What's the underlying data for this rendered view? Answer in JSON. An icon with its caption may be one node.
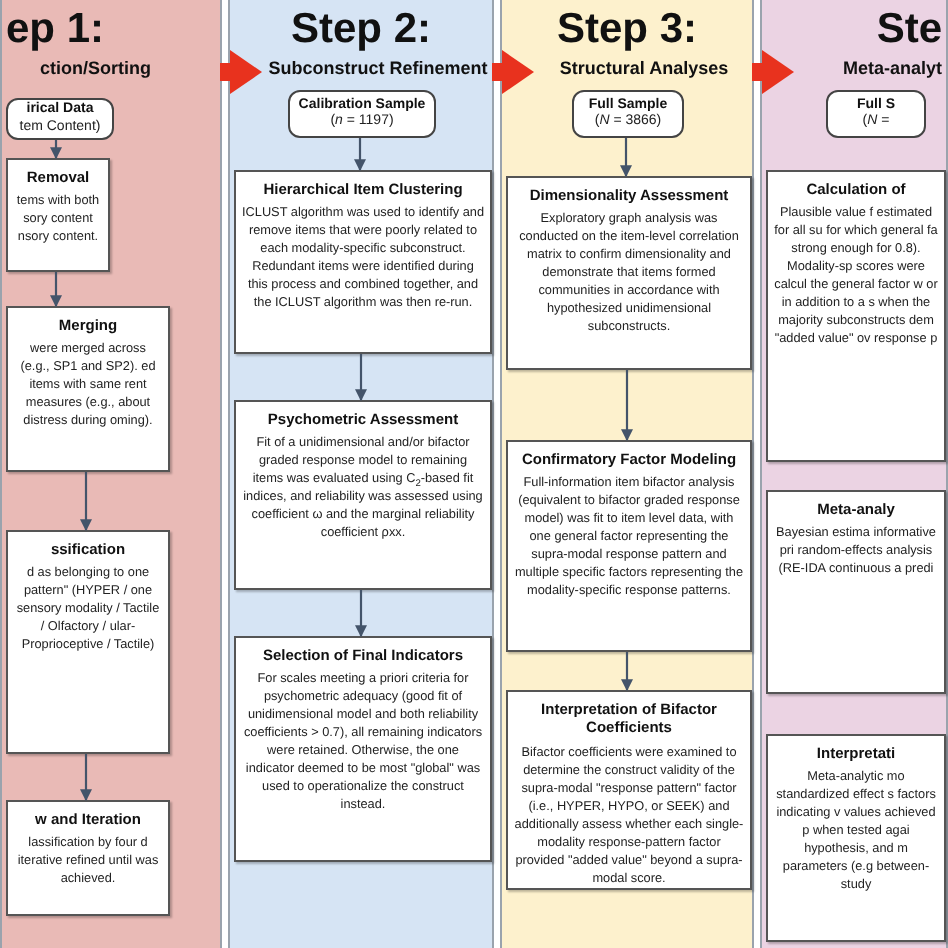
{
  "diagram": {
    "nodes": [
      {
        "text": [
          "ep 1:",
          "ction/Sorting"
        ]
      },
      {
        "text": [
          "irical Data",
          "tem Content)"
        ],
        "in": 0
      },
      {
        "text": [
          "Removal",
          "tems with both sory content nsory content."
        ],
        "in": 0
      },
      {
        "text": [
          "Merging",
          "were merged across (e.g., SP1 and SP2). ed items with same rent measures (e.g., about distress during oming)."
        ],
        "in": 0
      },
      {
        "text": [
          "ssification",
          "d as belonging to one pattern\" (HYPER / one sensory modality / Tactile / Olfactory / ular-Proprioceptive / Tactile)"
        ],
        "in": 0
      },
      {
        "text": [
          "w and Iteration",
          "lassification by four d iterative refined until was achieved."
        ],
        "in": 0
      },
      {
        "text": [
          "Step 2:",
          "Subconstruct Refinement"
        ]
      },
      {
        "text": [
          "Calibration Sample",
          "(*n* = 1197)"
        ],
        "in": 6
      },
      {
        "text": [
          "Hierarchical Item Clustering",
          "ICLUST algorithm was used to identify and remove items that were poorly related to each modality-specific subconstruct. Redundant items were identified during this process and combined together, and the ICLUST algorithm was then re-run."
        ],
        "in": 6
      },
      {
        "text": [
          "Psychometric Assessment",
          "Fit of a unidimensional and/or bifactor graded response model to remaining items was evaluated using C$_{2}$-based fit indices, and reliability was assessed using coefficient ω and the marginal reliability coefficient ρxx."
        ],
        "in": 6
      },
      {
        "text": [
          "Selection of Final Indicators",
          "For scales meeting a priori criteria for psychometric adequacy (good fit of unidimensional model and both reliability coefficients > 0.7), all remaining indicators were retained. Otherwise, the one indicator deemed to be most \"global\" was used to operationalize the construct instead."
        ],
        "in": 6
      },
      {
        "text": [
          "Step 3:",
          "Structural Analyses"
        ]
      },
      {
        "text": [
          "Full Sample",
          "(*N* = 3866)"
        ],
        "in": 11
      },
      {
        "text": [
          "Dimensionality Assessment",
          "Exploratory graph analysis was conducted on the item-level correlation matrix to confirm dimensionality and demonstrate that items formed communities in accordance with hypothesized unidimensional subconstructs."
        ],
        "in": 11
      },
      {
        "text": [
          "Confirmatory Factor Modeling",
          "Full-information item bifactor analysis (equivalent to bifactor graded response model) was fit to item level data, with one general factor representing the supra-modal response pattern and multiple specific factors representing the modality-specific response patterns."
        ],
        "in": 11
      },
      {
        "text": [
          "Interpretation of Bifactor Coefficients",
          "Bifactor coefficients were examined to determine the construct validity of the supra-modal \"response pattern\" factor (i.e., HYPER, HYPO, or SEEK) and additionally assess whether each single-modality response-pattern factor provided \"added value\" beyond a supra-modal score."
        ],
        "in": 11
      },
      {
        "text": [
          "Ste",
          "Meta-analyt"
        ]
      },
      {
        "text": [
          "Full S",
          "(*N* ="
        ],
        "in": 16
      },
      {
        "text": [
          "Calculation of",
          "Plausible value f estimated for all su for which general fa strong enough for 0.8). Modality-sp scores were calcul the general factor w or in addition to a s when the majority subconstructs dem \"added value\" ov response p"
        ],
        "in": 16
      },
      {
        "text": [
          "Meta-analy",
          "Bayesian estima informative pri random-effects analysis (RE-IDA continuous a predi"
        ],
        "in": 16
      },
      {
        "text": [
          "Interpretati",
          "Meta-analytic mo standardized effect s factors indicating v values achieved p when tested agai hypothesis, and m parameters (e.g between-study"
        ],
        "in": 16
      }
    ],
    "edges": [
      {
        "from": 1,
        "to": 2,
        "arrow": "to"
      },
      {
        "from": 2,
        "to": 3,
        "arrow": "to"
      },
      {
        "from": 3,
        "to": 4,
        "arrow": "to"
      },
      {
        "from": 4,
        "to": 5,
        "arrow": "to"
      },
      {
        "from": 7,
        "to": 8,
        "arrow": "to"
      },
      {
        "from": 8,
        "to": 9,
        "arrow": "to"
      },
      {
        "from": 9,
        "to": 10,
        "arrow": "to"
      },
      {
        "from": 12,
        "to": 13,
        "arrow": "to"
      },
      {
        "from": 13,
        "to": 14,
        "arrow": "to"
      },
      {
        "from": 14,
        "to": 15,
        "arrow": "to"
      },
      {
        "from": 0,
        "to": 6,
        "arrow": "to",
        "style": "thick",
        "color": "#e8321e"
      },
      {
        "from": 6,
        "to": 11,
        "arrow": "to",
        "style": "thick",
        "color": "#e8321e"
      },
      {
        "from": 11,
        "to": 16,
        "arrow": "to",
        "style": "thick",
        "color": "#e8321e"
      }
    ]
  }
}
